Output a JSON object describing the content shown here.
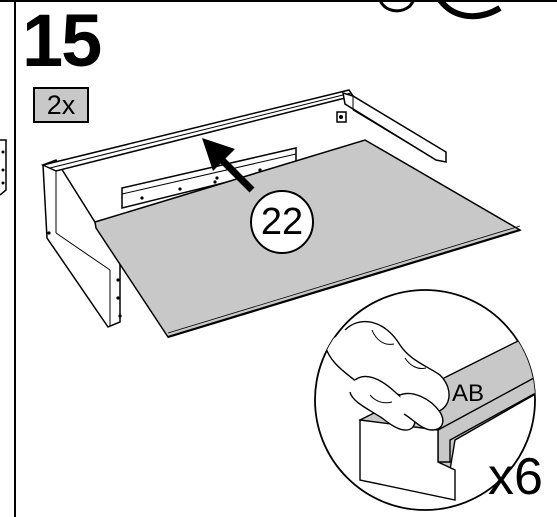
{
  "step": {
    "number": "15",
    "quantity": "2x"
  },
  "callouts": {
    "part_number": "22",
    "detail_label": "AB",
    "repeat_count": "x6"
  },
  "icons": [
    "step-number",
    "quantity-badge",
    "drawer-illustration",
    "arrow-icon",
    "detail-magnifier"
  ],
  "colors": {
    "panel_fill": "#c8c8c8",
    "badge_fill": "#c8c8c8",
    "line": "#000000"
  }
}
